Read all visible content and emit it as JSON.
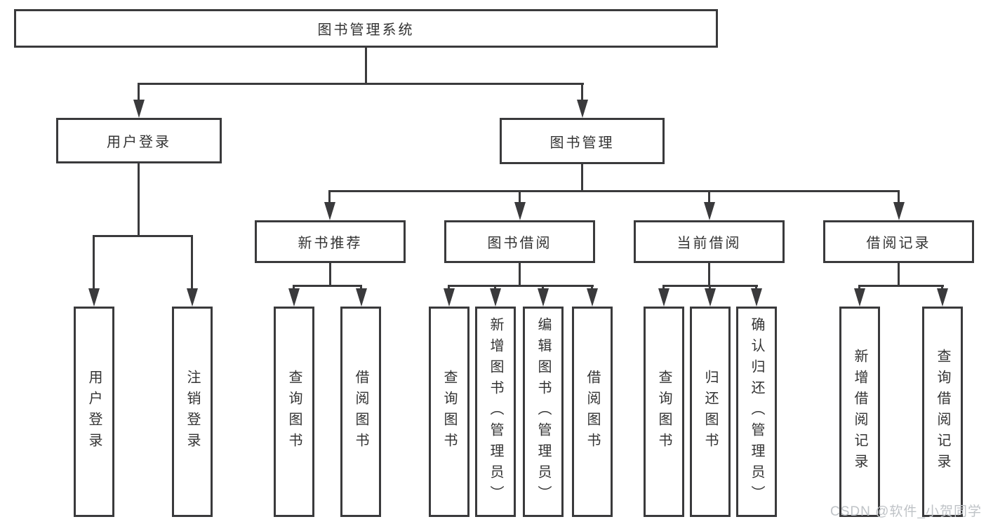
{
  "diagram": {
    "type": "hierarchy-tree",
    "root": {
      "label": "图书管理系统"
    },
    "branches": [
      {
        "label": "用户登录",
        "children": [
          {
            "label": "用户登录"
          },
          {
            "label": "注销登录"
          }
        ]
      },
      {
        "label": "图书管理",
        "children": [
          {
            "label": "新书推荐",
            "children": [
              {
                "label": "查询图书"
              },
              {
                "label": "借阅图书"
              }
            ]
          },
          {
            "label": "图书借阅",
            "children": [
              {
                "label": "查询图书"
              },
              {
                "label": "新增图书（管理员）"
              },
              {
                "label": "编辑图书（管理员）"
              },
              {
                "label": "借阅图书"
              }
            ]
          },
          {
            "label": "当前借阅",
            "children": [
              {
                "label": "查询图书"
              },
              {
                "label": "归还图书"
              },
              {
                "label": "确认归还（管理员）"
              }
            ]
          },
          {
            "label": "借阅记录",
            "children": [
              {
                "label": "新增借阅记录"
              },
              {
                "label": "查询借阅记录"
              }
            ]
          }
        ]
      }
    ],
    "watermark": "CSDN @软件_小贺同学",
    "colors": {
      "line": "#3a3a3c",
      "text": "#333333",
      "background": "#ffffff",
      "watermark": "#bfc3c7"
    }
  }
}
